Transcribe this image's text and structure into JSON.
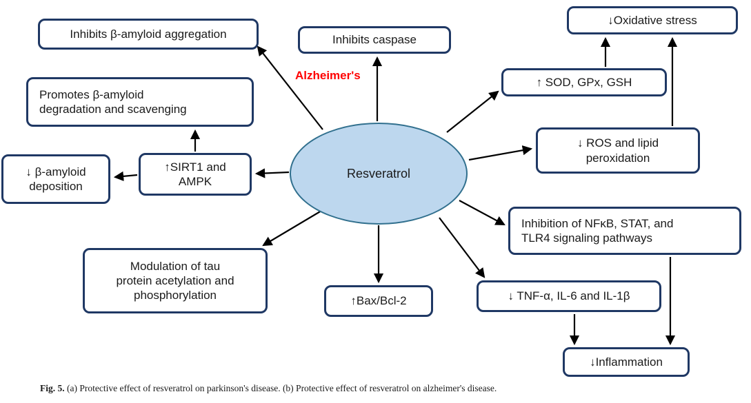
{
  "diagram": {
    "center_label": "Resveratrol",
    "disease_label": "Alzheimer's",
    "nodes": [
      {
        "id": "inhibits-b-amyloid-aggregation",
        "label": "Inhibits β-amyloid aggregation"
      },
      {
        "id": "inhibits-caspase",
        "label": "Inhibits caspase"
      },
      {
        "id": "oxidative-stress",
        "label": "↓Oxidative stress"
      },
      {
        "id": "sod-gpx-gsh",
        "label": "↑ SOD, GPx, GSH"
      },
      {
        "id": "promotes-b-amyloid-degradation",
        "label": "Promotes β-amyloid\ndegradation and scavenging"
      },
      {
        "id": "b-amyloid-deposition",
        "label": "↓ β-amyloid\ndeposition"
      },
      {
        "id": "sirt1-ampk",
        "label": "↑SIRT1 and\nAMPK"
      },
      {
        "id": "ros-lipid-peroxidation",
        "label": "↓ ROS and lipid\nperoxidation"
      },
      {
        "id": "nfkb-stat-tlr4",
        "label": "Inhibition of NFκB, STAT, and\nTLR4 signaling pathways"
      },
      {
        "id": "tau-modulation",
        "label": "Modulation of tau\nprotein acetylation and\nphosphorylation"
      },
      {
        "id": "bax-bcl2",
        "label": "↑Bax/Bcl-2"
      },
      {
        "id": "tnf-il6-il1b",
        "label": "↓ TNF-α, IL-6 and IL-1β"
      },
      {
        "id": "inflammation",
        "label": "↓Inflammation"
      }
    ]
  },
  "caption": {
    "prefix": "Fig. 5.",
    "text": " (a) Protective effect of resveratrol on parkinson's disease. (b) Protective effect of resveratrol on alzheimer's disease."
  },
  "colors": {
    "box_border": "#1F3864",
    "ellipse_fill": "#BDD7EE",
    "ellipse_border": "#31708E",
    "disease_label": "#FF0000",
    "arrow": "#000000",
    "background": "#FFFFFF"
  }
}
